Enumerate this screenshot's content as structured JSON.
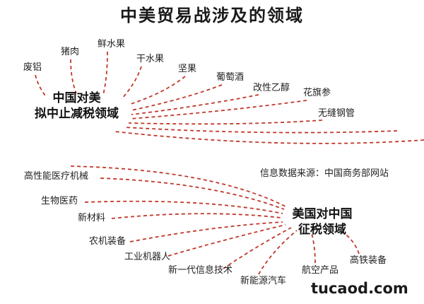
{
  "title": "中美贸易战涉及的领域",
  "source_note": "信息数据来源：中国商务部网站",
  "watermark": "tucaod.com",
  "colors": {
    "line": "#c0392b",
    "text": "#222222"
  },
  "top_group": {
    "hub_line1": "中国对美",
    "hub_line2": "拟中止减税领域",
    "items": [
      "废铝",
      "猪肉",
      "鲜水果",
      "干水果",
      "坚果",
      "葡萄酒",
      "改性乙醇",
      "花旗参",
      "无缝钢管"
    ]
  },
  "bottom_group": {
    "hub_line1": "美国对中国",
    "hub_line2": "征税领域",
    "items": [
      "高性能医疗机械",
      "生物医药",
      "新材料",
      "农机装备",
      "工业机器人",
      "新一代信息技术",
      "新能源汽车",
      "航空产品",
      "高铁装备"
    ]
  }
}
